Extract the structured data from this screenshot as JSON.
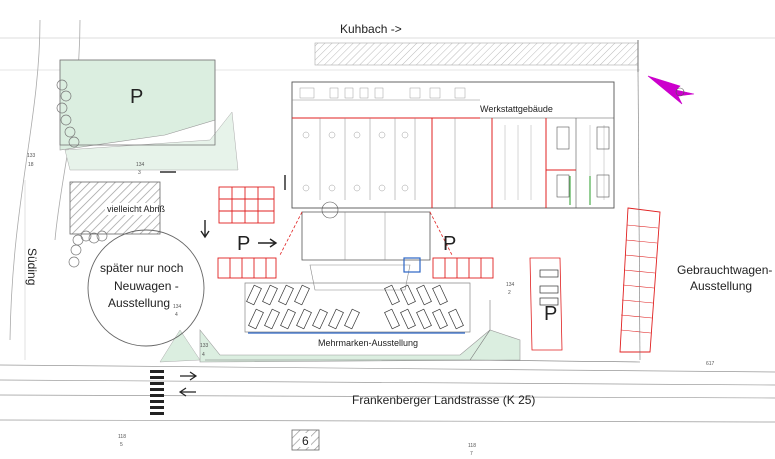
{
  "plan": {
    "labels": {
      "kuhbach": "Kuhbach ->",
      "sueding": "Süding",
      "landstrasse": "Frankenberger Landstrasse  (K 25)",
      "werkstatt": "Werkstattgebäude",
      "gebraucht_line1": "Gebrauchtwagen-",
      "gebraucht_line2": "Ausstellung",
      "abriss": "vielleicht Abriß",
      "neuwagen_line1": "später nur noch",
      "neuwagen_line2": "Neuwagen -",
      "neuwagen_line3": "Ausstellung",
      "mehrmarken": "Mehrmarken-Ausstellung",
      "p": "P",
      "box_number": "6"
    },
    "parcels": {
      "p133_18_a": "133",
      "p133_18_b": "18",
      "p134_3_a": "134",
      "p134_3_b": "3",
      "p134_4": "134",
      "p134_4_b": "4",
      "p133_4_a": "133",
      "p133_4_b": "4",
      "p134_2_a": "134",
      "p134_2_b": "2",
      "p617": "617",
      "p118_5_a": "118",
      "p118_5_b": "5",
      "p118_7_a": "118",
      "p118_7_b": "7"
    },
    "colors": {
      "red": "#e02020",
      "magenta": "#cc00cc",
      "green_area": "#dbeee0",
      "hatch": "#888888",
      "line": "#555555"
    }
  }
}
